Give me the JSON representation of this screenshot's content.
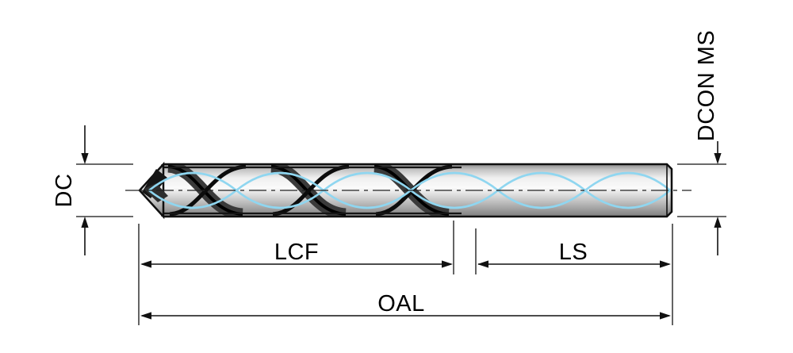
{
  "diagram": {
    "labels": {
      "dc": "DC",
      "dcon_ms": "DCON MS",
      "lcf": "LCF",
      "ls": "LS",
      "oal": "OAL"
    },
    "colors": {
      "coolant_line": "#8fd6f0",
      "outline": "#111111",
      "background": "#ffffff"
    }
  }
}
